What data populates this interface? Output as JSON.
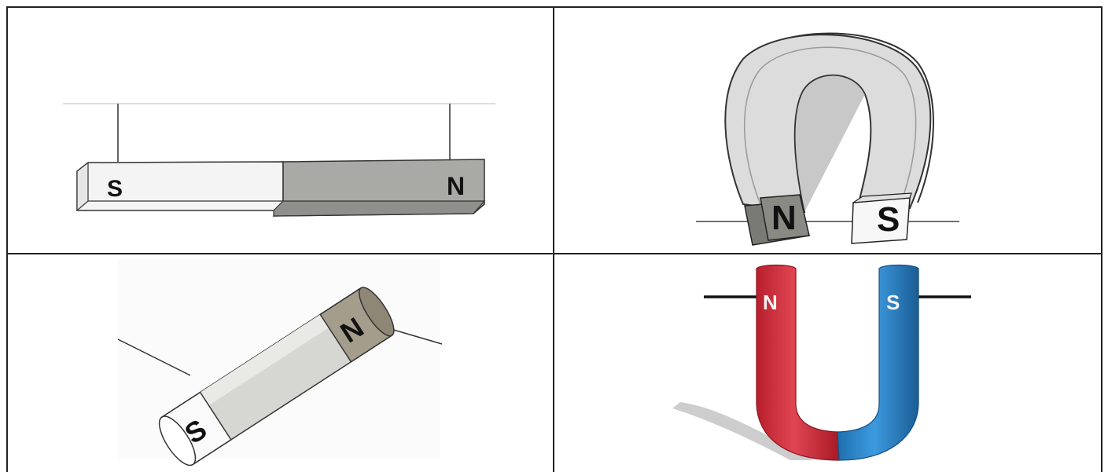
{
  "magnets": [
    {
      "type": "bar",
      "poles": {
        "left": "S",
        "right": "N"
      }
    },
    {
      "type": "horseshoe",
      "poles": {
        "left": "N",
        "right": "S"
      }
    },
    {
      "type": "cylinder",
      "poles": {
        "bottom": "S",
        "top": "N"
      }
    },
    {
      "type": "u-shaped-colored",
      "poles": {
        "left": "N",
        "right": "S"
      },
      "colors": {
        "north": "#d8333f",
        "south": "#2e86cc"
      }
    }
  ]
}
